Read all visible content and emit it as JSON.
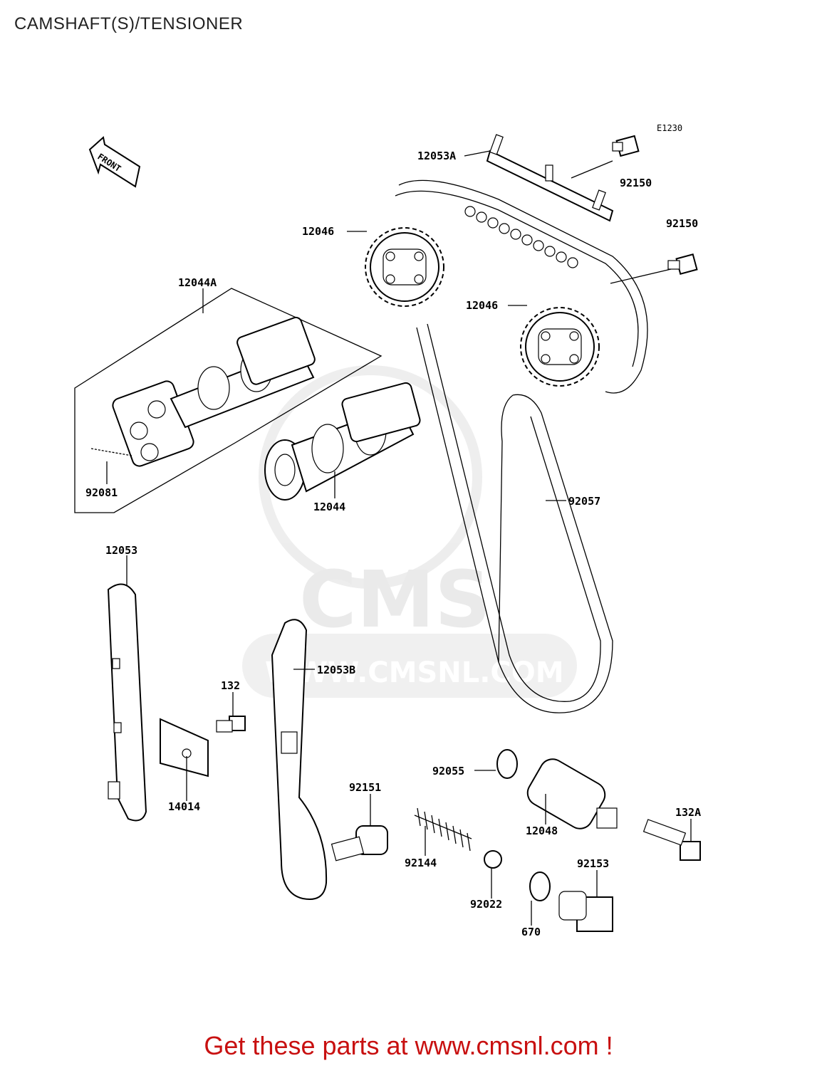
{
  "page_title": "CAMSHAFT(S)/TENSIONER",
  "diagram_code": "E1230",
  "front_arrow_label": "FRONT",
  "watermark": {
    "brand": "CMS",
    "url": "WWW.CMSNL.COM"
  },
  "parts": [
    {
      "id": "12053A",
      "label": "12053A"
    },
    {
      "id": "92150a",
      "label": "92150"
    },
    {
      "id": "92150b",
      "label": "92150"
    },
    {
      "id": "12046a",
      "label": "12046"
    },
    {
      "id": "12046b",
      "label": "12046"
    },
    {
      "id": "12044A",
      "label": "12044A"
    },
    {
      "id": "12044",
      "label": "12044"
    },
    {
      "id": "92081",
      "label": "92081"
    },
    {
      "id": "92057",
      "label": "92057"
    },
    {
      "id": "12053",
      "label": "12053"
    },
    {
      "id": "12053B",
      "label": "12053B"
    },
    {
      "id": "132",
      "label": "132"
    },
    {
      "id": "14014",
      "label": "14014"
    },
    {
      "id": "92055",
      "label": "92055"
    },
    {
      "id": "92151",
      "label": "92151"
    },
    {
      "id": "12048",
      "label": "12048"
    },
    {
      "id": "132A",
      "label": "132A"
    },
    {
      "id": "92144",
      "label": "92144"
    },
    {
      "id": "92153",
      "label": "92153"
    },
    {
      "id": "92022",
      "label": "92022"
    },
    {
      "id": "670",
      "label": "670"
    }
  ],
  "cta_text": "Get these parts at www.cmsnl.com !"
}
